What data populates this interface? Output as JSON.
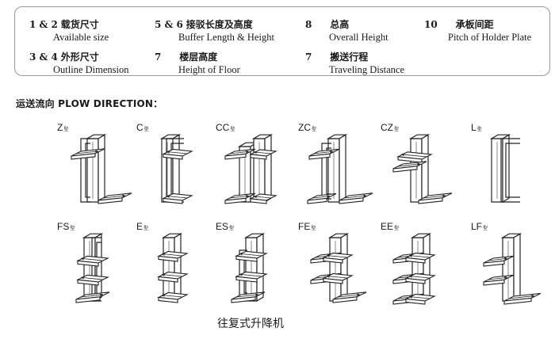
{
  "legend": [
    {
      "num": "1 & 2",
      "cn": "载货尺寸",
      "en": "Available size"
    },
    {
      "num": "5 & 6",
      "cn": "接驳长度及高度",
      "en": "Buffer Length & Height"
    },
    {
      "num": "8",
      "cn": "总高",
      "en": "Overall Height"
    },
    {
      "num": "10",
      "cn": "承板间距",
      "en": "Pitch of Holder Plate"
    },
    {
      "num": "3 & 4",
      "cn": "外形尺寸",
      "en": "Outline Dimension"
    },
    {
      "num": "7",
      "cn": "楼层高度",
      "en": "Height of Floor"
    },
    {
      "num": "7",
      "cn": "搬送行程",
      "en": "Traveling Distance"
    }
  ],
  "direction_title": "运送流向  PLOW DIRECTION：",
  "figures": [
    {
      "code": "Z",
      "suffix": "型"
    },
    {
      "code": "C",
      "suffix": "型"
    },
    {
      "code": "CC",
      "suffix": "型"
    },
    {
      "code": "ZC",
      "suffix": "型"
    },
    {
      "code": "CZ",
      "suffix": "型"
    },
    {
      "code": "L",
      "suffix": "型"
    },
    {
      "code": "FS",
      "suffix": "型"
    },
    {
      "code": "E",
      "suffix": "型"
    },
    {
      "code": "ES",
      "suffix": "型"
    },
    {
      "code": "FE",
      "suffix": "型"
    },
    {
      "code": "EE",
      "suffix": "型"
    },
    {
      "code": "LF",
      "suffix": "型"
    }
  ],
  "caption": "往复式升降机"
}
